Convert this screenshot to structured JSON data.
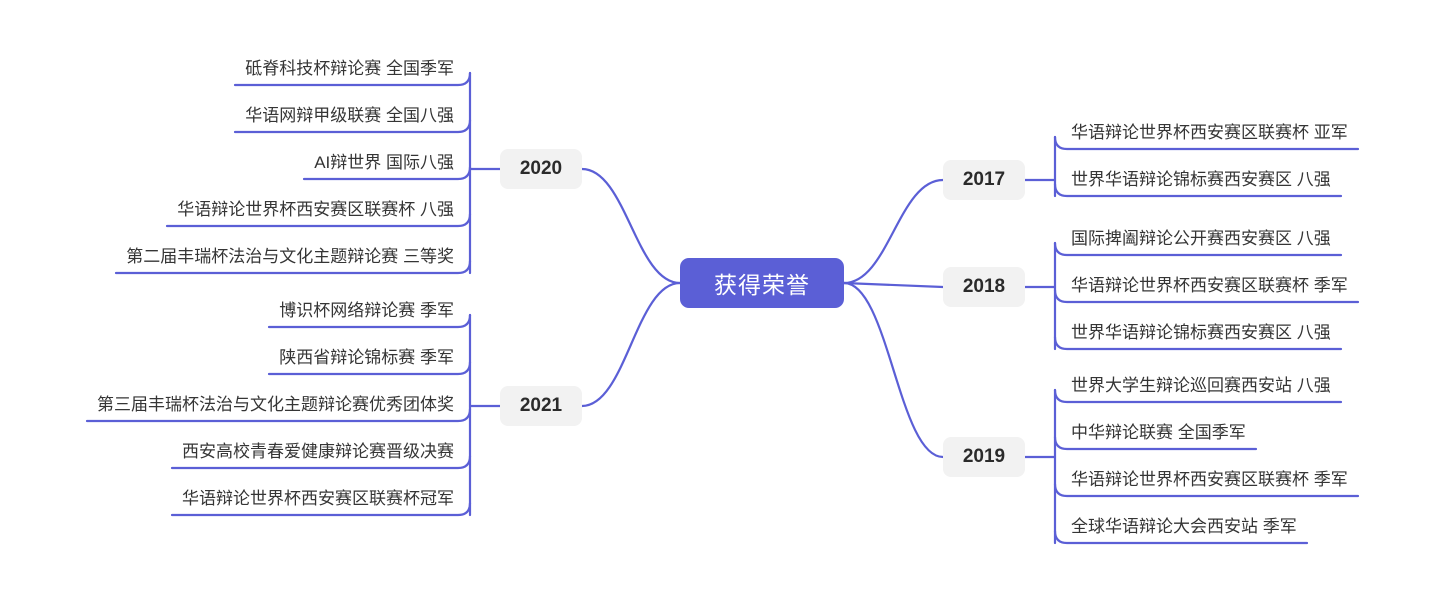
{
  "theme": {
    "background": "#ffffff",
    "line_color": "#5b5fd6",
    "root_fill": "#5b5fd6",
    "root_text": "#ffffff",
    "badge_fill": "#f2f2f2",
    "badge_text": "#2b2b2b",
    "leaf_text": "#353535"
  },
  "root": {
    "label": "获得荣誉"
  },
  "branches": [
    {
      "side": "left",
      "year": "2020",
      "items": [
        {
          "text": "砥脊科技杯辩论赛 全国季军"
        },
        {
          "text": "华语网辩甲级联赛 全国八强"
        },
        {
          "text": "AI辩世界 国际八强"
        },
        {
          "text": "华语辩论世界杯西安赛区联赛杯 八强"
        },
        {
          "text": "第二届丰瑞杯法治与文化主题辩论赛 三等奖"
        }
      ]
    },
    {
      "side": "left",
      "year": "2021",
      "items": [
        {
          "text": "博识杯网络辩论赛 季军"
        },
        {
          "text": "陕西省辩论锦标赛 季军"
        },
        {
          "text": "第三届丰瑞杯法治与文化主题辩论赛优秀团体奖"
        },
        {
          "text": "西安高校青春爱健康辩论赛晋级决赛"
        },
        {
          "text": "华语辩论世界杯西安赛区联赛杯冠军"
        }
      ]
    },
    {
      "side": "right",
      "year": "2017",
      "items": [
        {
          "text": "华语辩论世界杯西安赛区联赛杯 亚军"
        },
        {
          "text": "世界华语辩论锦标赛西安赛区 八强"
        }
      ]
    },
    {
      "side": "right",
      "year": "2018",
      "items": [
        {
          "text": "国际捭阖辩论公开赛西安赛区 八强"
        },
        {
          "text": "华语辩论世界杯西安赛区联赛杯 季军"
        },
        {
          "text": "世界华语辩论锦标赛西安赛区 八强"
        }
      ]
    },
    {
      "side": "right",
      "year": "2019",
      "items": [
        {
          "text": "世界大学生辩论巡回赛西安站 八强"
        },
        {
          "text": "中华辩论联赛 全国季军"
        },
        {
          "text": "华语辩论世界杯西安赛区联赛杯 季军"
        },
        {
          "text": "全球华语辩论大会西安站 季军"
        }
      ]
    }
  ]
}
